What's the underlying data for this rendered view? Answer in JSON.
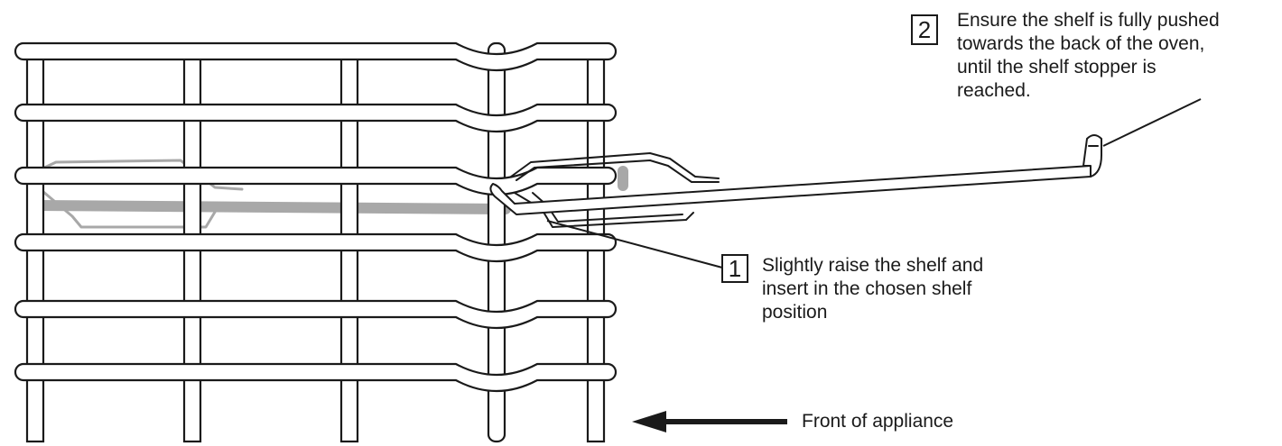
{
  "callouts": {
    "step1": {
      "number": "1",
      "lines": [
        "Slightly raise the shelf and",
        "insert in the chosen shelf",
        "position"
      ]
    },
    "step2": {
      "number": "2",
      "lines": [
        "Ensure the shelf is fully pushed",
        "towards the back of the oven,",
        "until the shelf stopper is",
        "reached."
      ]
    },
    "front": {
      "label": "Front of appliance"
    }
  }
}
